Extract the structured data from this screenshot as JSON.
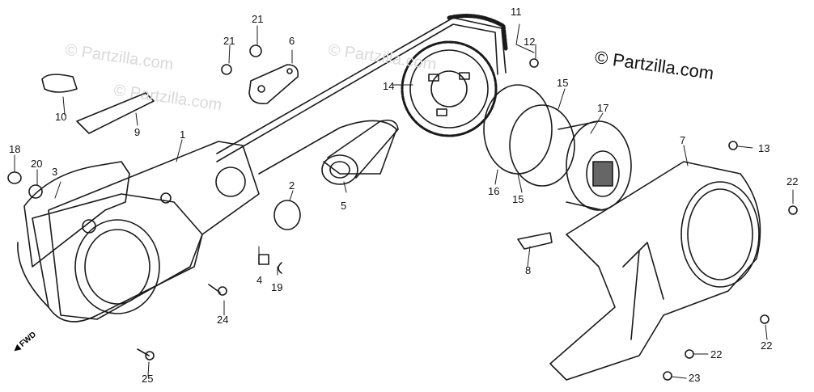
{
  "copyright": "© Partzilla.com",
  "watermark": "© Partzilla.com",
  "fwd_label": "FWD",
  "labels": {
    "p1": "1",
    "p2": "2",
    "p3": "3",
    "p4": "4",
    "p5": "5",
    "p6": "6",
    "p7": "7",
    "p8": "8",
    "p9": "9",
    "p10": "10",
    "p11": "11",
    "p12": "12",
    "p13": "13",
    "p14": "14",
    "p15a": "15",
    "p15b": "15",
    "p16": "16",
    "p17": "17",
    "p18": "18",
    "p19": "19",
    "p20": "20",
    "p21a": "21",
    "p21b": "21",
    "p22a": "22",
    "p22b": "22",
    "p22c": "22",
    "p23": "23",
    "p24": "24",
    "p25": "25"
  }
}
